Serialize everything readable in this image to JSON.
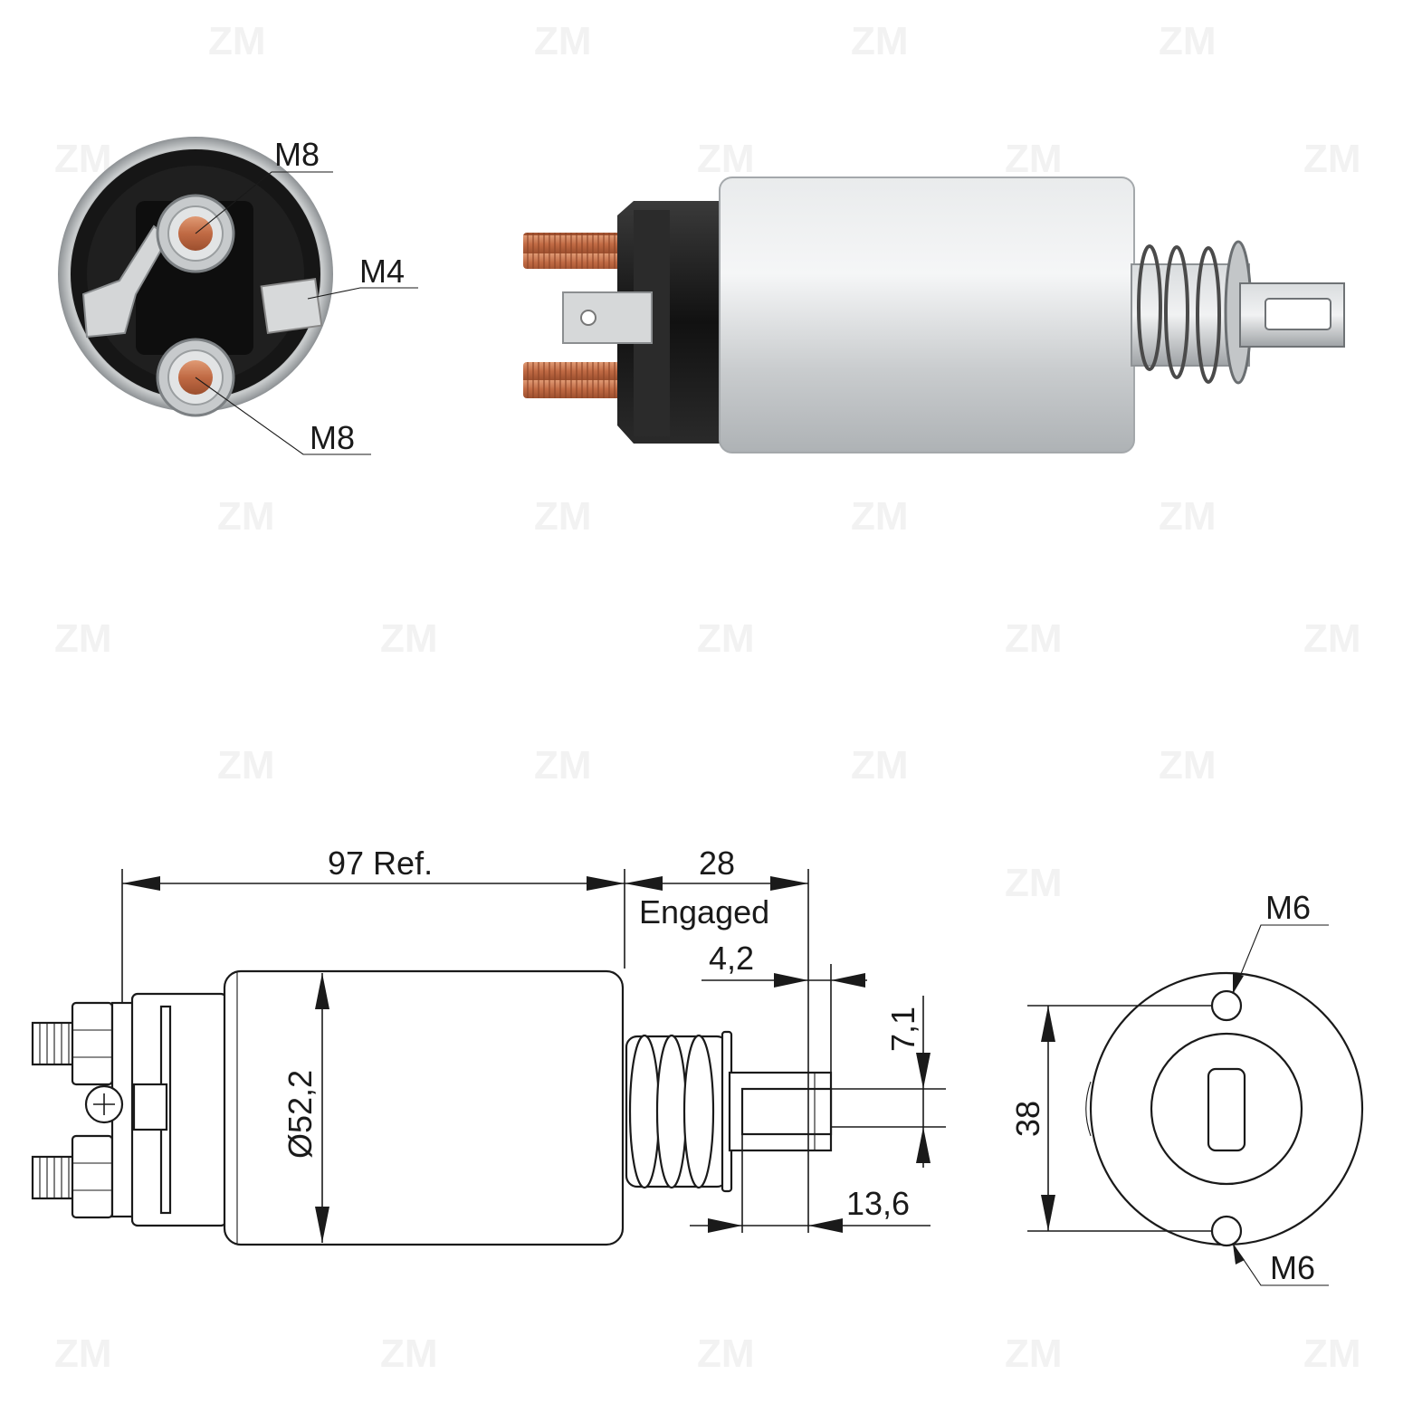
{
  "colors": {
    "copper": "#c8744e",
    "housing": "#cfd2d4",
    "cap": "#1c1c1c",
    "ink": "#1a1a1a"
  },
  "watermark": "ZM",
  "photo_front": {
    "label_top_m8": "M8",
    "label_m4": "M4",
    "label_bottom_m8": "M8"
  },
  "drawing_side": {
    "length_ref": "97 Ref.",
    "stroke": "28",
    "stroke_note": "Engaged",
    "plunger_offset": "4,2",
    "slot_width": "7,1",
    "plunger_length": "13,6",
    "diameter": "Ø52,2"
  },
  "drawing_end": {
    "bolt_spacing": "38",
    "label_top_m6": "M6",
    "label_bottom_m6": "M6"
  }
}
